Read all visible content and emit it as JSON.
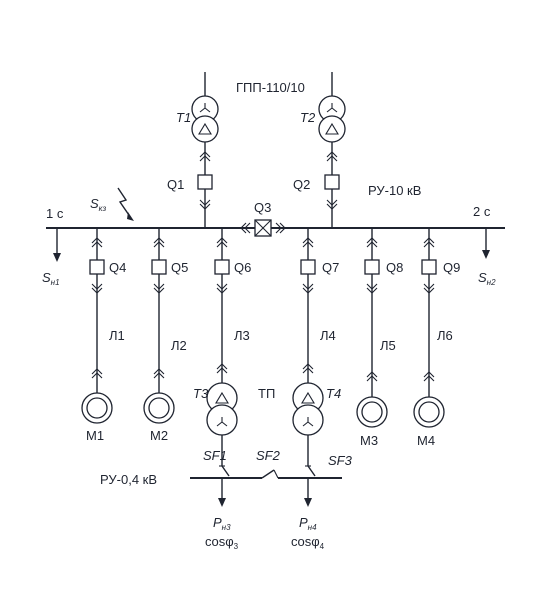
{
  "title": "ГПП-110/10",
  "bus_label": "РУ-10 кВ",
  "section_1": "1 с",
  "section_2": "2 с",
  "transformers_top": [
    "T1",
    "T2"
  ],
  "breakers_top": [
    "Q1",
    "Q2"
  ],
  "bus_tie": "Q3",
  "short_circuit": {
    "main": "S",
    "sub": "кз"
  },
  "load_left": {
    "main": "S",
    "sub": "н1"
  },
  "load_right": {
    "main": "S",
    "sub": "н2"
  },
  "feeder_breakers": [
    "Q4",
    "Q5",
    "Q6",
    "Q7",
    "Q8",
    "Q9"
  ],
  "lines": [
    "Л1",
    "Л2",
    "Л3",
    "Л4",
    "Л5",
    "Л6"
  ],
  "motors": [
    "M1",
    "M2",
    "M3",
    "M4"
  ],
  "transformers_bottom": [
    "T3",
    "T4"
  ],
  "substation": "ТП",
  "lv_breakers": [
    "SF1",
    "SF2",
    "SF3"
  ],
  "lv_bus_label": "РУ-0,4 кВ",
  "loads": [
    {
      "p": "P",
      "p_sub": "н3",
      "cos": "cosφ",
      "cos_sub": "3"
    },
    {
      "p": "P",
      "p_sub": "н4",
      "cos": "cosφ",
      "cos_sub": "4"
    }
  ]
}
